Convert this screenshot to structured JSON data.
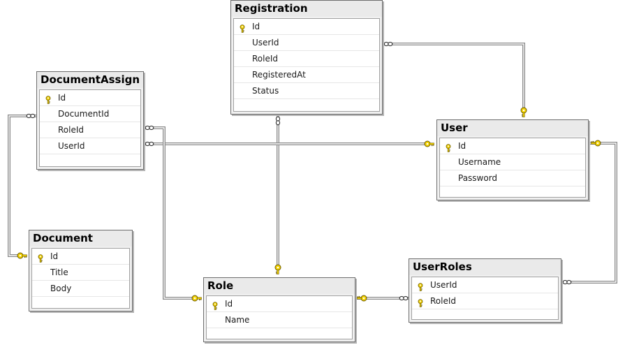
{
  "tables": {
    "registration": {
      "title": "Registration",
      "columns": [
        {
          "name": "Id",
          "key": true
        },
        {
          "name": "UserId",
          "key": false
        },
        {
          "name": "RoleId",
          "key": false
        },
        {
          "name": "RegisteredAt",
          "key": false
        },
        {
          "name": "Status",
          "key": false
        }
      ]
    },
    "documentassign": {
      "title": "DocumentAssign",
      "columns": [
        {
          "name": "Id",
          "key": true
        },
        {
          "name": "DocumentId",
          "key": false
        },
        {
          "name": "RoleId",
          "key": false
        },
        {
          "name": "UserId",
          "key": false
        }
      ]
    },
    "user": {
      "title": "User",
      "columns": [
        {
          "name": "Id",
          "key": true
        },
        {
          "name": "Username",
          "key": false
        },
        {
          "name": "Password",
          "key": false
        }
      ]
    },
    "document": {
      "title": "Document",
      "columns": [
        {
          "name": "Id",
          "key": true
        },
        {
          "name": "Title",
          "key": false
        },
        {
          "name": "Body",
          "key": false
        }
      ]
    },
    "role": {
      "title": "Role",
      "columns": [
        {
          "name": "Id",
          "key": true
        },
        {
          "name": "Name",
          "key": false
        }
      ]
    },
    "userroles": {
      "title": "UserRoles",
      "columns": [
        {
          "name": "UserId",
          "key": true
        },
        {
          "name": "RoleId",
          "key": true
        }
      ]
    }
  },
  "relationships": [
    {
      "name": "registration-user",
      "many": "Registration",
      "one": "User"
    },
    {
      "name": "registration-role",
      "many": "Registration",
      "one": "Role"
    },
    {
      "name": "documentassign-user",
      "many": "DocumentAssign",
      "one": "User"
    },
    {
      "name": "documentassign-role",
      "many": "DocumentAssign",
      "one": "Role"
    },
    {
      "name": "documentassign-document",
      "many": "DocumentAssign",
      "one": "Document"
    },
    {
      "name": "userroles-role",
      "many": "UserRoles",
      "one": "Role"
    },
    {
      "name": "userroles-user",
      "many": "UserRoles",
      "one": "User"
    }
  ],
  "colors": {
    "key": "#f2d100",
    "connector": "#8a8a8a",
    "header": "#eaeaea"
  }
}
